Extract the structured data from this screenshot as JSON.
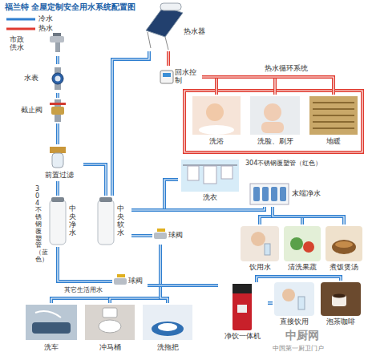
{
  "diagram": {
    "title": "福兰特 全屋定制安全用水系统配置图",
    "nodes": [
      {
        "text": [
          "市政供水"
        ]
      },
      {
        "text": [
          "水表"
        ]
      },
      {
        "text": [
          "截止阀"
        ]
      },
      {
        "text": [
          "前置过滤"
        ]
      },
      {
        "text": [
          "中央净水"
        ]
      },
      {
        "text": [
          "中央软水"
        ]
      },
      {
        "text": [
          "球阀"
        ]
      },
      {
        "text": [
          "球阀"
        ]
      },
      {
        "text": [
          "热水器"
        ]
      },
      {
        "text": [
          "回水控制"
        ]
      },
      {
        "text": [
          "洗浴"
        ]
      },
      {
        "text": [
          "洗脸、刷牙"
        ]
      },
      {
        "text": [
          "地暖"
        ]
      },
      {
        "text": [
          "洗衣"
        ]
      },
      {
        "text": [
          "末端净水"
        ]
      },
      {
        "text": [
          "饮用水"
        ]
      },
      {
        "text": [
          "清洗果蔬"
        ]
      },
      {
        "text": [
          "煮饭煲汤"
        ]
      },
      {
        "text": [
          "净饮一体机"
        ]
      },
      {
        "text": [
          "直接饮用"
        ]
      },
      {
        "text": [
          "泡茶咖啡"
        ]
      },
      {
        "text": [
          "洗车"
        ]
      },
      {
        "text": [
          "冲马桶"
        ]
      },
      {
        "text": [
          "洗拖把"
        ]
      }
    ],
    "edges": [
      {
        "from": 0,
        "to": 1,
        "arrow": "none"
      },
      {
        "from": 1,
        "to": 2,
        "arrow": "none"
      },
      {
        "from": 2,
        "to": 3,
        "arrow": "none"
      },
      {
        "from": 3,
        "to": 4,
        "arrow": "none"
      },
      {
        "from": 3,
        "to": 5,
        "arrow": "none"
      },
      {
        "from": 5,
        "to": 8,
        "arrow": "none"
      },
      {
        "from": 8,
        "to": 9,
        "arrow": "none"
      },
      {
        "from": 9,
        "to": 10,
        "arrow": "none"
      },
      {
        "from": 9,
        "to": 11,
        "arrow": "none"
      },
      {
        "from": 9,
        "to": 12,
        "arrow": "none"
      },
      {
        "from": 5,
        "to": 13,
        "arrow": "none"
      },
      {
        "from": 5,
        "to": 14,
        "arrow": "none"
      },
      {
        "from": 14,
        "to": 15,
        "arrow": "none"
      },
      {
        "from": 14,
        "to": 16,
        "arrow": "none"
      },
      {
        "from": 14,
        "to": 17,
        "arrow": "none"
      },
      {
        "from": 5,
        "to": 6,
        "arrow": "none"
      },
      {
        "from": 6,
        "to": 21,
        "arrow": "none"
      },
      {
        "from": 6,
        "to": 22,
        "arrow": "none"
      },
      {
        "from": 6,
        "to": 23,
        "arrow": "none"
      },
      {
        "from": 4,
        "to": 7,
        "arrow": "none"
      },
      {
        "from": 7,
        "to": 18,
        "arrow": "none"
      },
      {
        "from": 18,
        "to": 19,
        "arrow": "none"
      },
      {
        "from": 18,
        "to": 20,
        "arrow": "none"
      }
    ],
    "labels": [
      "热水循环系统",
      "304不锈钢覆塑管（红色）",
      "304不锈钢覆塑管（蓝色）",
      "其它生活用水",
      "中厨网",
      "中国第一厨卫门户"
    ],
    "legend": [
      {
        "text": "冷水"
      },
      {
        "text": "热水"
      }
    ]
  }
}
